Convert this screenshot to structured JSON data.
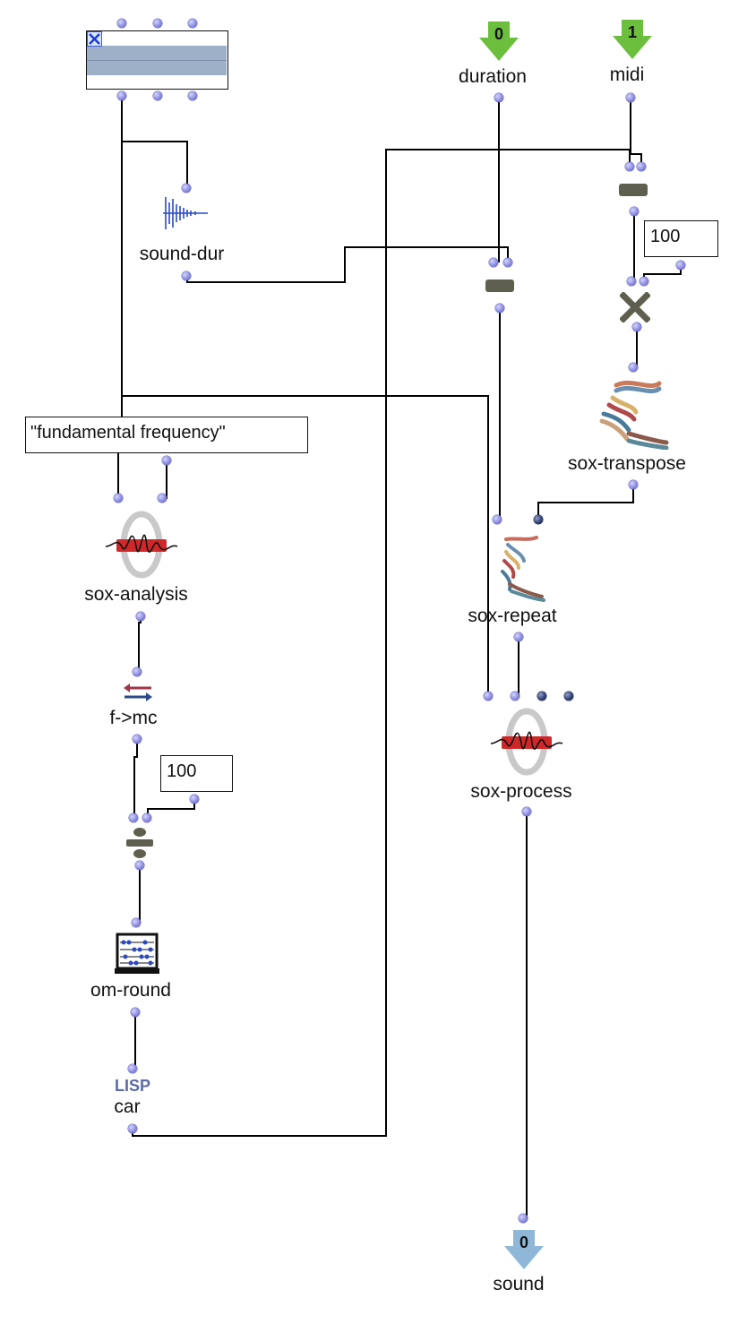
{
  "inputs": {
    "duration": {
      "label": "duration",
      "index": "0"
    },
    "midi": {
      "label": "midi",
      "index": "1"
    }
  },
  "output": {
    "label": "sound",
    "index": "0"
  },
  "boxes": {
    "sound_dur": "sound-dur",
    "sox_analysis": "sox-analysis",
    "f_to_mc": "f->mc",
    "om_round": "om-round",
    "car": "car",
    "car_tag": "LISP",
    "sox_transpose": "sox-transpose",
    "sox_repeat": "sox-repeat",
    "sox_process": "sox-process"
  },
  "values": {
    "fundamental": "\"fundamental frequency\"",
    "hundred_right": "100",
    "hundred_left": "100"
  },
  "icons": {
    "sound_object": "sound-editor-icon",
    "sound_dur": "waveform-icon",
    "minus": "minus-icon",
    "times": "multiply-icon",
    "divide": "divide-icon",
    "transpose": "sox-transpose-icon",
    "repeat": "sox-repeat-icon",
    "analysis": "sox-analysis-icon",
    "process": "sox-process-icon",
    "fmc": "conversion-arrows-icon",
    "round": "abacus-icon"
  },
  "colors": {
    "connection": "#000000",
    "inlet": "#8c8ce0",
    "inlet_dark": "#1f2d5c",
    "input_arrow": "#6bbf3c",
    "output_arrow": "#8fb8d8",
    "sound_band": "#9db0c8"
  }
}
